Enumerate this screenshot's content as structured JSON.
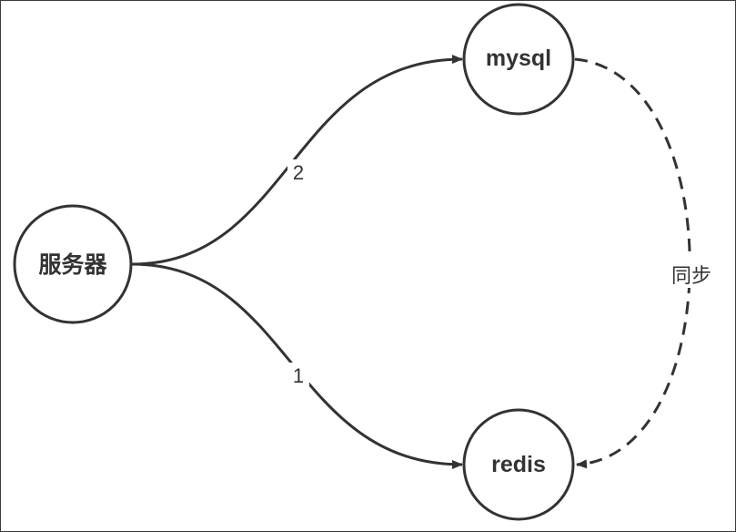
{
  "diagram": {
    "nodes": {
      "server": {
        "label": "服务器"
      },
      "mysql": {
        "label": "mysql"
      },
      "redis": {
        "label": "redis"
      }
    },
    "edges": {
      "server_to_mysql": {
        "label": "2",
        "style": "solid"
      },
      "server_to_redis": {
        "label": "1",
        "style": "solid"
      },
      "mysql_to_redis": {
        "label": "同步",
        "style": "dashed"
      }
    }
  },
  "colors": {
    "stroke": "#333333",
    "background": "#ffffff"
  }
}
